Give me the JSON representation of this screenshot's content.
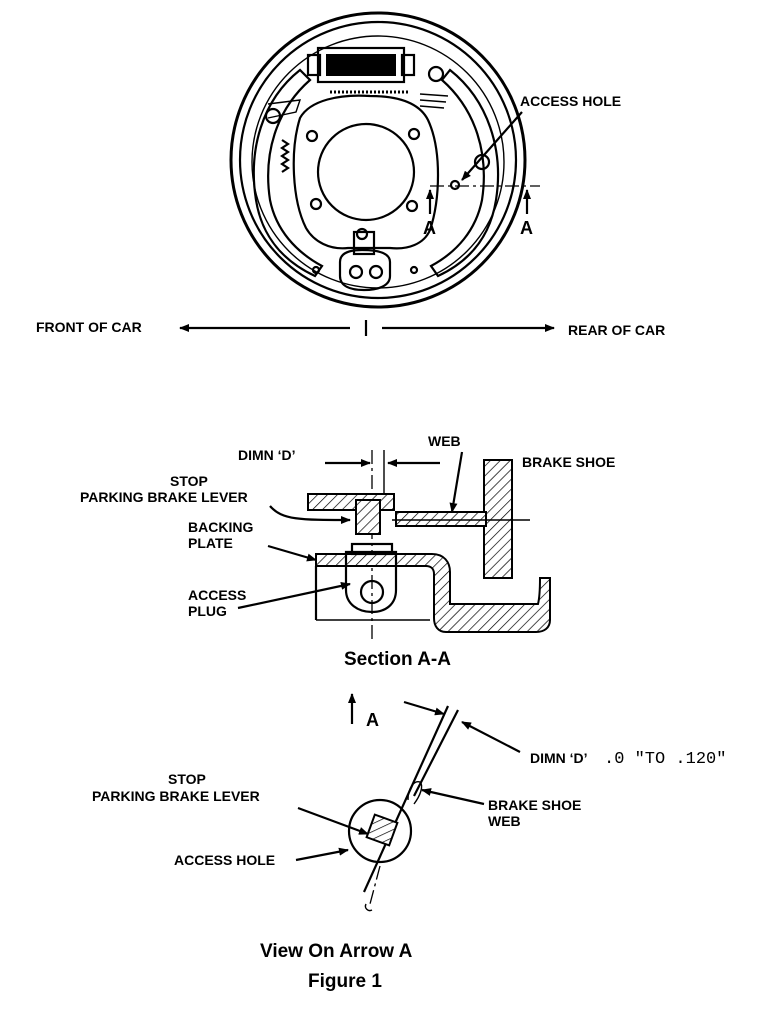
{
  "diagram": {
    "top_view": {
      "access_hole_label": "ACCESS HOLE",
      "section_mark_left": "A",
      "section_mark_right": "A",
      "front_label": "FRONT OF CAR",
      "rear_label": "REAR OF CAR"
    },
    "section": {
      "dimn_label": "DIMN ‘D’",
      "web_label": "WEB",
      "brake_shoe_label": "BRAKE SHOE",
      "stop_label_1": "STOP",
      "stop_label_2": "PARKING BRAKE LEVER",
      "backing_label_1": "BACKING",
      "backing_label_2": "PLATE",
      "access_plug_1": "ACCESS",
      "access_plug_2": "PLUG",
      "caption": "Section A-A"
    },
    "arrow_view": {
      "arrow_letter": "A",
      "dimn_label": "DIMN ‘D’",
      "dimn_value": ".0 \"TO .120\"",
      "stop_label_1": "STOP",
      "stop_label_2": "PARKING BRAKE LEVER",
      "web_label_1": "BRAKE SHOE",
      "web_label_2": "WEB",
      "access_hole_label": "ACCESS HOLE",
      "caption": "View On Arrow A"
    },
    "figure_caption": "Figure 1"
  }
}
